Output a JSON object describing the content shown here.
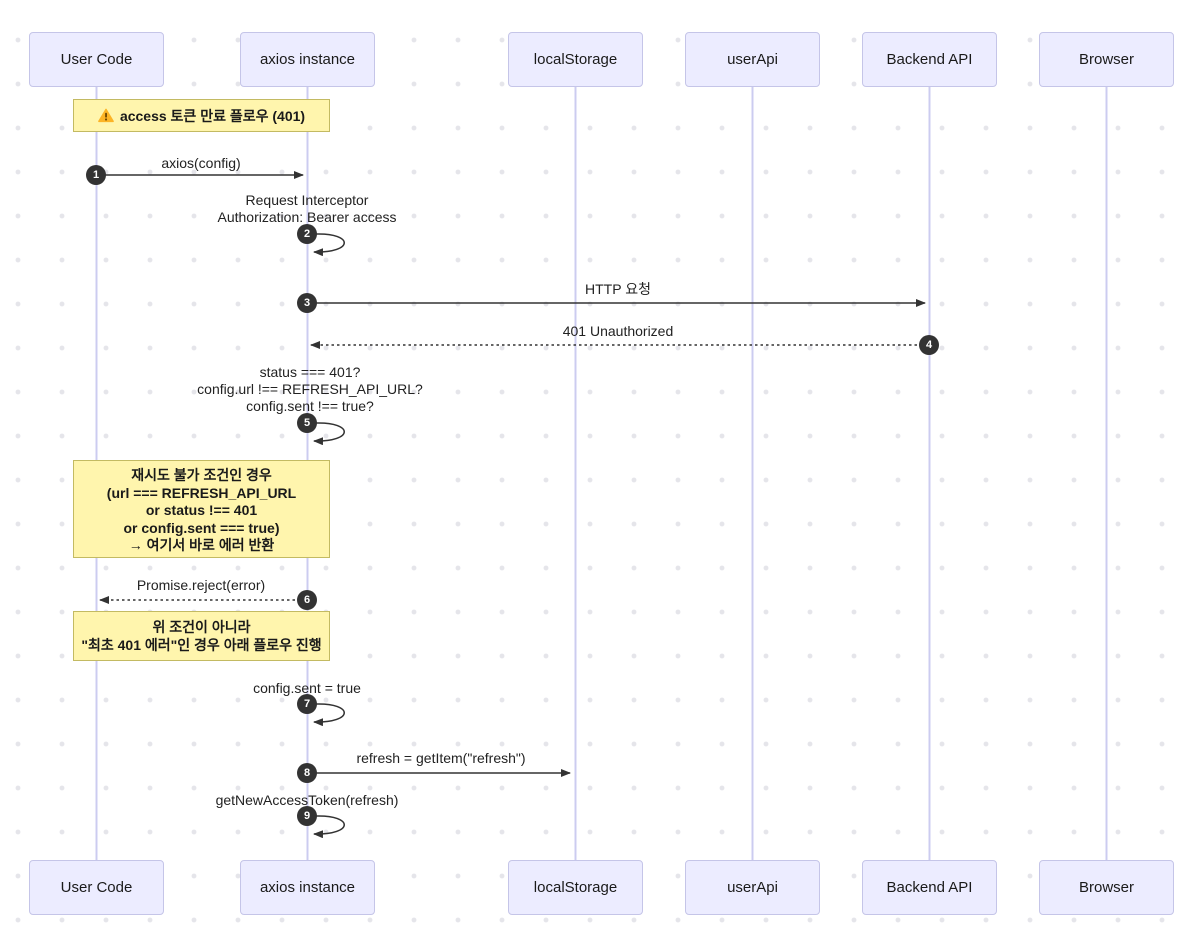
{
  "diagram": {
    "type": "sequence-diagram",
    "participants": [
      {
        "label": "User Code"
      },
      {
        "label": "axios instance"
      },
      {
        "label": "localStorage"
      },
      {
        "label": "userApi"
      },
      {
        "label": "Backend API"
      },
      {
        "label": "Browser"
      }
    ],
    "notes": [
      {
        "icon": "warning-icon",
        "text": "access 토큰 만료 플로우 (401)"
      },
      {
        "lines": [
          "재시도 불가 조건인 경우",
          "(url === REFRESH_API_URL",
          "or status !== 401",
          "or config.sent === true)",
          "→ 여기서 바로 에러 반환"
        ]
      },
      {
        "lines": [
          "위 조건이 아니라",
          "\"최초 401 에러\"인 경우 아래 플로우 진행"
        ]
      }
    ],
    "messages": [
      {
        "seq": "1",
        "from": "User Code",
        "to": "axios instance",
        "arrow": "solid",
        "label": "axios(config)"
      },
      {
        "seq": "2",
        "from": "axios instance",
        "to": "axios instance",
        "arrow": "self",
        "lines": [
          "Request Interceptor",
          "Authorization: Bearer access"
        ]
      },
      {
        "seq": "3",
        "from": "axios instance",
        "to": "Backend API",
        "arrow": "solid",
        "label": "HTTP 요청"
      },
      {
        "seq": "4",
        "from": "Backend API",
        "to": "axios instance",
        "arrow": "dashed",
        "label": "401 Unauthorized"
      },
      {
        "seq": "5",
        "from": "axios instance",
        "to": "axios instance",
        "arrow": "self",
        "lines": [
          "status === 401?",
          "config.url !== REFRESH_API_URL?",
          "config.sent !== true?"
        ]
      },
      {
        "seq": "6",
        "from": "axios instance",
        "to": "User Code",
        "arrow": "dashed",
        "label": "Promise.reject(error)"
      },
      {
        "seq": "7",
        "from": "axios instance",
        "to": "axios instance",
        "arrow": "self",
        "label": "config.sent = true"
      },
      {
        "seq": "8",
        "from": "axios instance",
        "to": "localStorage",
        "arrow": "solid",
        "label": "refresh = getItem(\"refresh\")"
      },
      {
        "seq": "9",
        "from": "axios instance",
        "to": "axios instance",
        "arrow": "self",
        "label": "getNewAccessToken(refresh)"
      }
    ],
    "colors": {
      "participant_fill": "#ECECFF",
      "participant_border": "#C5C5E8",
      "note_fill": "#FFF5AD",
      "note_border": "#C3BA62",
      "arrow": "#333333",
      "lifeline": "#CCCCF0",
      "seq_badge_bg": "#333333",
      "seq_badge_text": "#FFFFFF",
      "background_dot": "#E5E5EA",
      "warning_icon": "#FCB426"
    }
  }
}
